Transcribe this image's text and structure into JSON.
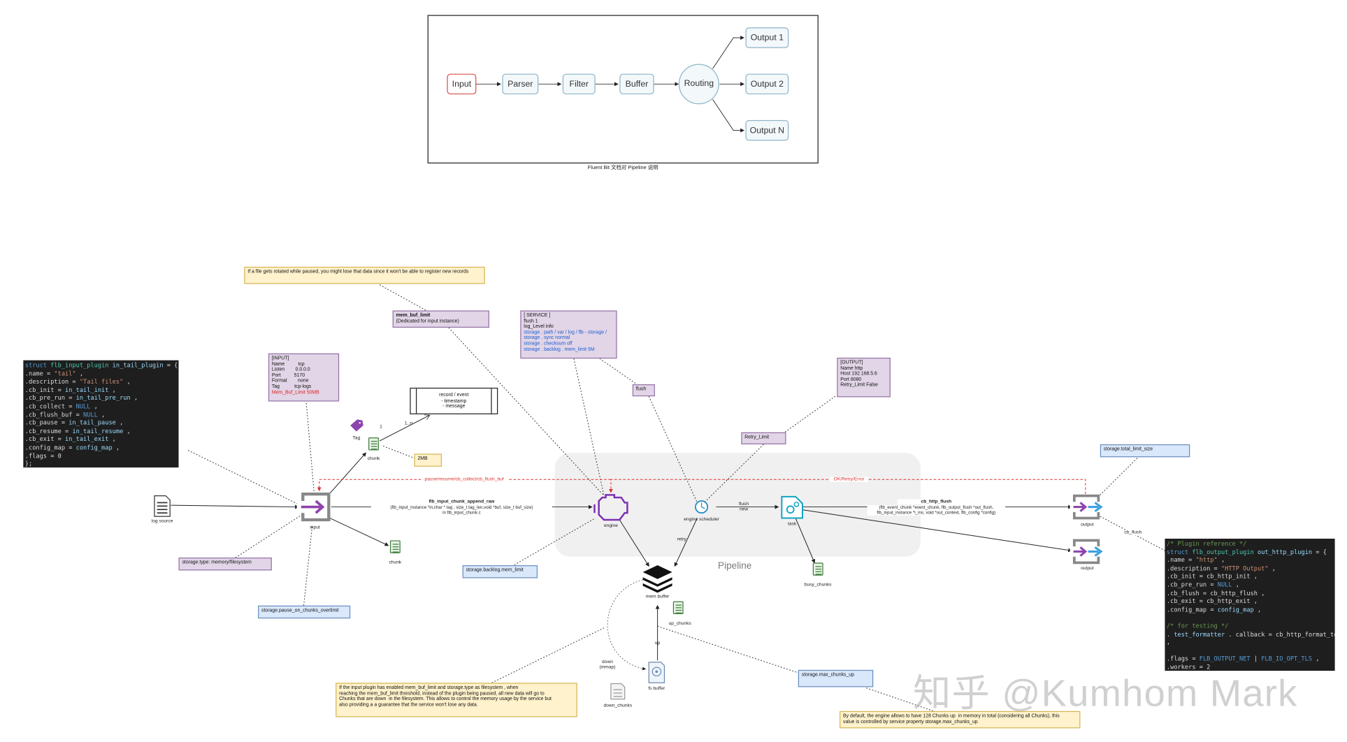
{
  "top_diagram": {
    "nodes": {
      "input": "Input",
      "parser": "Parser",
      "filter": "Filter",
      "buffer": "Buffer",
      "routing": "Routing",
      "output1": "Output 1",
      "output2": "Output 2",
      "outputn": "Output N"
    },
    "caption": "Fluent Bit 文档对 Pipeline 说明"
  },
  "notes": {
    "rotated": "If a file gets rotated while paused, you might lose that data since it won't be able to register new records",
    "mem_buf_limit_title": "mem_buf_limit",
    "mem_buf_limit_sub": "(Dedicated for input instance)",
    "service": [
      "[ SERVICE ]",
      "flush 1",
      "log_Level info"
    ],
    "service_blue": [
      "storage . path / var / log / flb - storage /",
      "storage . sync normal",
      "storage . checksum off",
      "storage . backlog . mem_limit 5M"
    ],
    "input_conf": [
      "[INPUT]",
      "Name          tcp",
      "Listen        0.0.0.0",
      "Port          5170",
      "Format        none",
      "Tag           tcp-logs"
    ],
    "input_conf_red": "Mem_Buf_Limit 50MB",
    "output_conf": [
      "[OUTPUT]",
      "Name http",
      "Host 192.168.5.6",
      "Port 8080",
      "Retry_Limit False"
    ],
    "flush": "flush",
    "retry_limit": "Retry_Limit",
    "total_limit": "storage.total_limit_size",
    "storage_type": "storage.type: memory/filesystem",
    "pause_overlimit": "storage.pause_on_chunks_overlimit",
    "backlog": "storage.backlog.mem_limit",
    "max_chunks_up": "storage.max_chunks_up",
    "bottom_yellow": [
      "If the input plugin has enabled mem_buf_limit and storage.type as filesystem , when",
      "reaching the mem_buf_limit threshold, instead of the plugin being paused, all new data will go to",
      "Chunks that are down  in the filesystem. This allows to control the memory usage by the service but",
      "also providing a a guarantee that the service won't lose any data."
    ],
    "default_chunks": [
      "By default, the engine allows to have 128 Chunks up  in memory in total (considering all Chunks), this",
      "value is controlled by service property storage.max_chunks_up"
    ],
    "record_box": [
      "record / event",
      "- timestamp",
      "- message"
    ],
    "twomb": "2MB"
  },
  "labels": {
    "log_source": "log source",
    "input": "input",
    "tag": "Tag",
    "chunk1": "chunk",
    "chunk2": "chunk",
    "one": "1",
    "one_n": "1..n",
    "append_raw": "flb_input_chunk_append_raw",
    "append_raw_sig": "(flb_input_instance *in,char * tag , size_t tag_len,void *buf, size_t buf_size)",
    "append_raw_file": "in flb_input_chunk.c",
    "pause_resume": "pause/resume/cb_collect/cb_flush_buf",
    "ok_retry": "OK/Retry/Error",
    "engine": "engine",
    "scheduler": "engine scheduler",
    "flush_new": "flush\nnew",
    "task": "task",
    "busy_chunks": "busy_chunks",
    "retry": "retry",
    "mem_buffer": "mem buffer",
    "up_chunks": "up_chunks",
    "up": "up",
    "down_mmap": "down\n(mmap)",
    "fs_buffer": "fs buffer",
    "down_chunks": "down_chunks",
    "pipeline": "Pipeline",
    "cb_http_flush": "cb_http_flush",
    "cb_http_flush_sig1": "(flb_event_chunk *event_chunk, flb_output_flush *out_flush,",
    "cb_http_flush_sig2": "flb_input_instance *i_ins, void *out_context, flb_config *config)",
    "output1": "output",
    "output2": "output",
    "cb_flush": "cb_flush"
  },
  "watermark": "知乎 @Kumhom Mark"
}
